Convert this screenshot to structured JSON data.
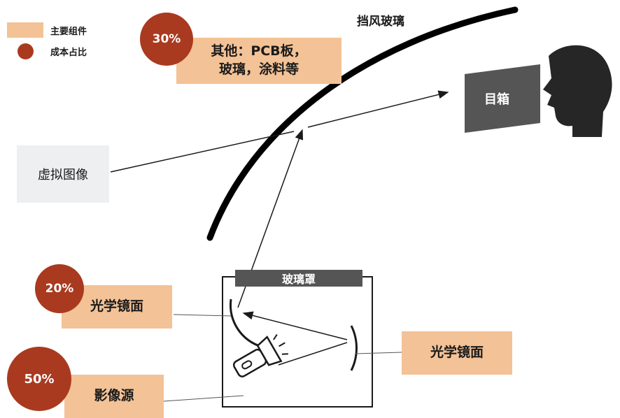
{
  "legend": {
    "component_label": "主要组件",
    "cost_label": "成本占比"
  },
  "windshield": {
    "label": "挡风玻璃"
  },
  "virtual_image": {
    "label": "虚拟图像"
  },
  "eyebox": {
    "label": "目箱"
  },
  "glass_cover": {
    "label": "玻璃罩"
  },
  "components": {
    "other": {
      "name_line1": "其他：PCB板，",
      "name_line2": "玻璃，涂料等",
      "cost": "30%"
    },
    "optical_mirror_left": {
      "name": "光学镜面",
      "cost": "20%"
    },
    "image_source": {
      "name": "影像源",
      "cost": "50%"
    },
    "optical_mirror_right": {
      "name": "光学镜面"
    }
  },
  "colors": {
    "component_box": "#f3c296",
    "cost_circle": "#a93a1f",
    "eyebox_panel": "#555555",
    "head_silhouette": "#262626"
  }
}
